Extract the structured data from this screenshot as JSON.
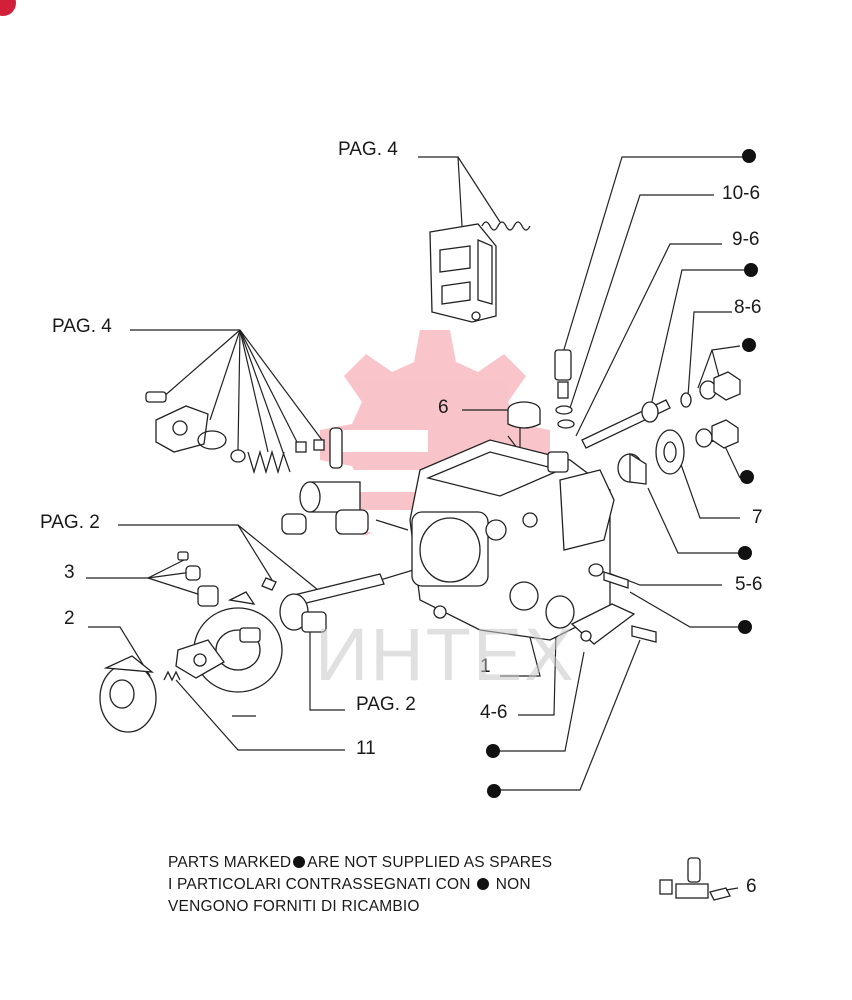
{
  "labels": {
    "pag4_top": "PAG. 4",
    "pag4_left": "PAG. 4",
    "pag2_left": "PAG. 2",
    "pag2_bottom": "PAG. 2",
    "ref_3": "3",
    "ref_2": "2",
    "ref_6": "6",
    "ref_10_6": "10-6",
    "ref_9_6": "9-6",
    "ref_8_6": "8-6",
    "ref_7": "7",
    "ref_5_6": "5-6",
    "ref_1": "1",
    "ref_4_6": "4-6",
    "ref_11": "11",
    "legend_ref": "6"
  },
  "notes": {
    "line1_a": "PARTS MARKED",
    "line1_b": "ARE NOT SUPPLIED AS SPARES",
    "line2_a": "I  PARTICOLARI  CONTRASSEGNATI  CON",
    "line2_b": "NON",
    "line3": "VENGONO FORNITI DI RICAMBIO"
  },
  "watermark": {
    "text": "ИНТЕХ",
    "color": "#e03a4a"
  },
  "colors": {
    "ink": "#1a1a1a",
    "marker": "#111111",
    "watermark_red": "#e8303f",
    "corner_badge": "#d2203a"
  }
}
